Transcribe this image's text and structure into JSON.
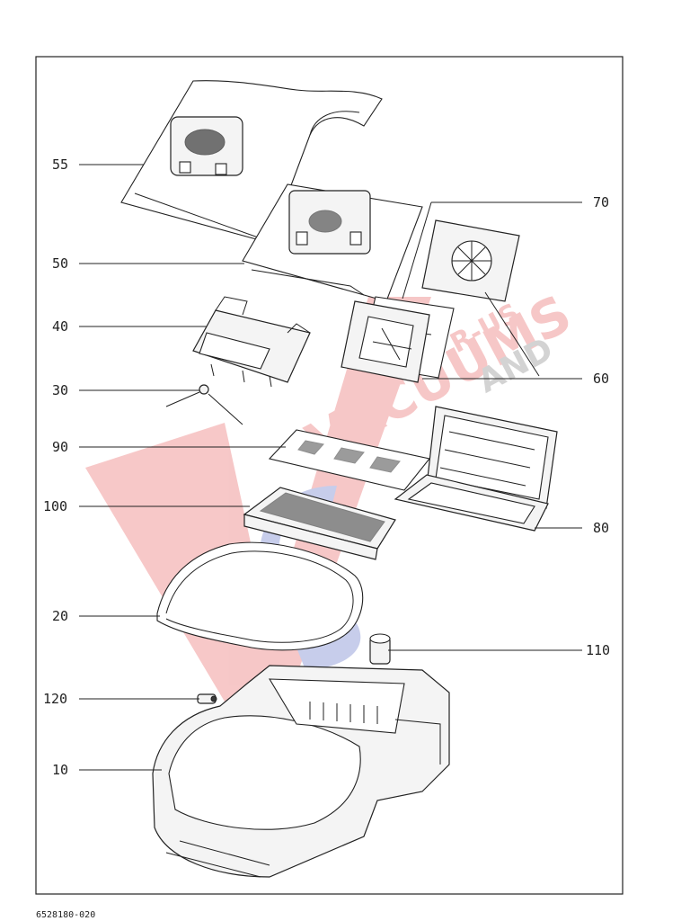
{
  "diagram": {
    "document_number": "6528180-020",
    "callouts": [
      "55",
      "50",
      "70",
      "40",
      "60",
      "30",
      "90",
      "100",
      "80",
      "20",
      "110",
      "120",
      "10"
    ]
  },
  "watermark": {
    "words": [
      "VACUUMS",
      "AND",
      "R-US"
    ],
    "colors": {
      "red": "#e23b3b",
      "blue": "#3a4fb8"
    }
  }
}
